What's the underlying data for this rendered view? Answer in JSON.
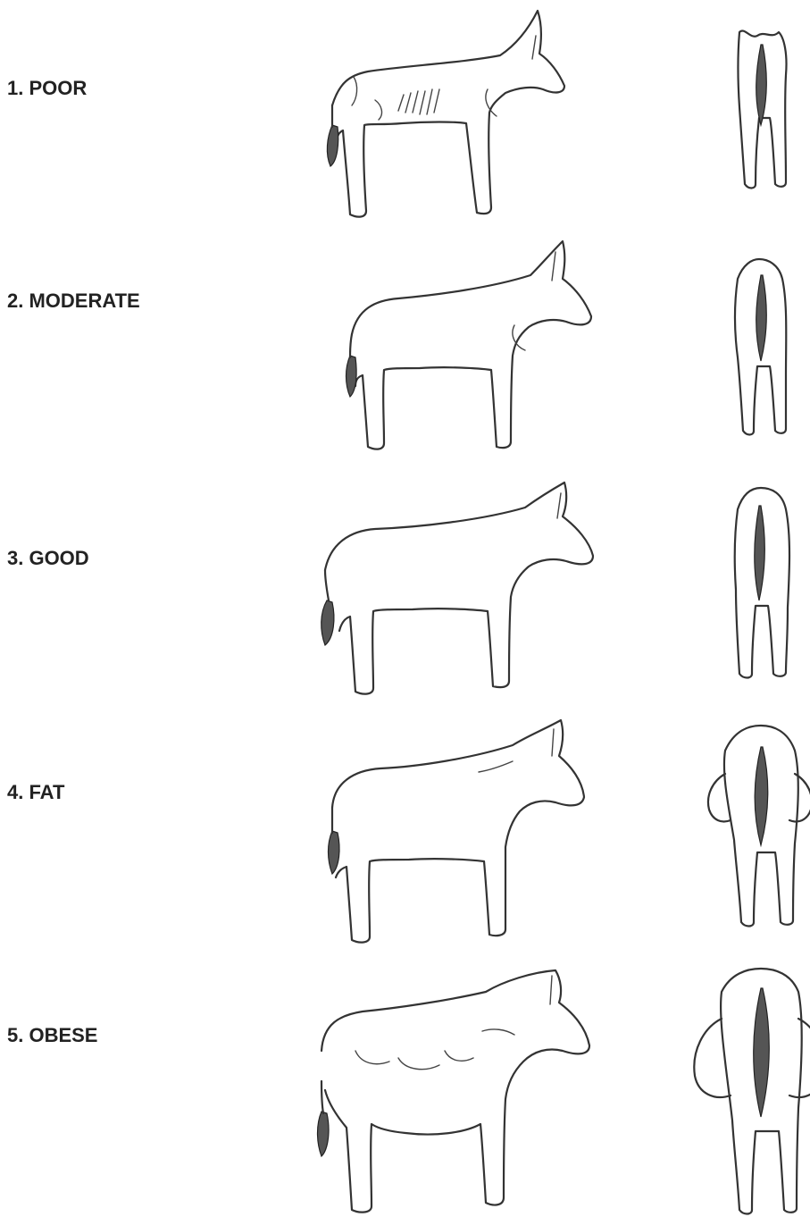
{
  "body_condition_scores": [
    {
      "label": "1. POOR",
      "side_icon": "thin-donkey-side-icon",
      "rear_icon": "thin-donkey-rear-icon"
    },
    {
      "label": "2. MODERATE",
      "side_icon": "moderate-donkey-side-icon",
      "rear_icon": "moderate-donkey-rear-icon"
    },
    {
      "label": "3. GOOD",
      "side_icon": "good-donkey-side-icon",
      "rear_icon": "good-donkey-rear-icon"
    },
    {
      "label": "4. FAT",
      "side_icon": "fat-donkey-side-icon",
      "rear_icon": "fat-donkey-rear-icon"
    },
    {
      "label": "5. OBESE",
      "side_icon": "obese-donkey-side-icon",
      "rear_icon": "obese-donkey-rear-icon"
    }
  ]
}
